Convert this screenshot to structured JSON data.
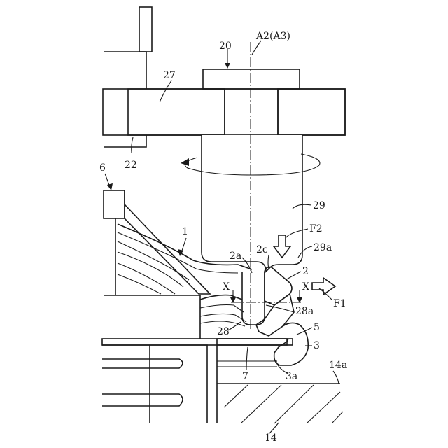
{
  "labels": {
    "axis": "A2(A3)",
    "n20": "20",
    "n27": "27",
    "n22": "22",
    "n6": "6",
    "n1": "1",
    "n29": "29",
    "nF2": "F2",
    "n29a": "29a",
    "n2a": "2a",
    "n2c": "2c",
    "n2": "2",
    "nX_left": "X",
    "nX_right": "X",
    "nF1": "F1",
    "n28a": "28a",
    "n28": "28",
    "n5": "5",
    "n3": "3",
    "n7": "7",
    "n3a": "3a",
    "n14a": "14a",
    "n14": "14"
  }
}
